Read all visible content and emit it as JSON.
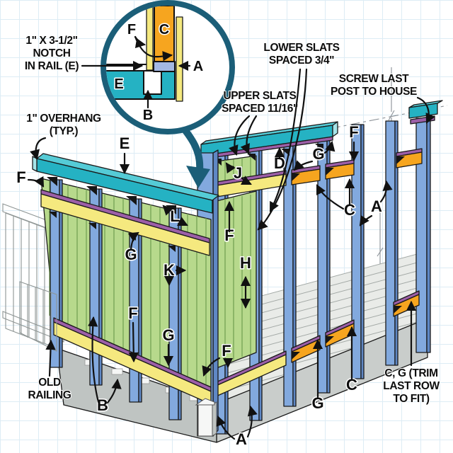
{
  "callouts": {
    "notch": {
      "line1": "1\" X 3-1/2\"",
      "line2": "NOTCH",
      "line3": "IN RAIL (E)"
    },
    "overhang": {
      "line1": "1\" OVERHANG",
      "line2": "(TYP.)"
    },
    "upper_slats": {
      "line1": "UPPER SLATS",
      "line2": "SPACED 11/16\""
    },
    "lower_slats": {
      "line1": "LOWER SLATS",
      "line2": "SPACED 3/4\""
    },
    "screw_post": {
      "line1": "SCREW LAST",
      "line2": "POST TO HOUSE"
    },
    "old_railing": {
      "line1": "OLD",
      "line2": "RAILING"
    },
    "trim": {
      "line1": "C, G (TRIM",
      "line2": "LAST ROW",
      "line3": "TO FIT)"
    }
  },
  "letters": {
    "a": "A",
    "b": "B",
    "c": "C",
    "d": "D",
    "e": "E",
    "f": "F",
    "g": "G",
    "h": "H",
    "j": "J",
    "k": "K",
    "l": "L"
  },
  "colors": {
    "ring_teal": "#1b5e78",
    "rail_teal": "#25b2c3",
    "post_blue": "#82a9de",
    "slat_green": "#b7d98c",
    "rail_yellow": "#f5e97f",
    "spacer_purple": "#9c5fa7",
    "rail_orange": "#f6a51f",
    "deck_gray": "#c9cdcb",
    "ink": "#0d0d0d",
    "grid_blue": "#ddecf5",
    "inset_block_blue": "#a3b8e3"
  }
}
